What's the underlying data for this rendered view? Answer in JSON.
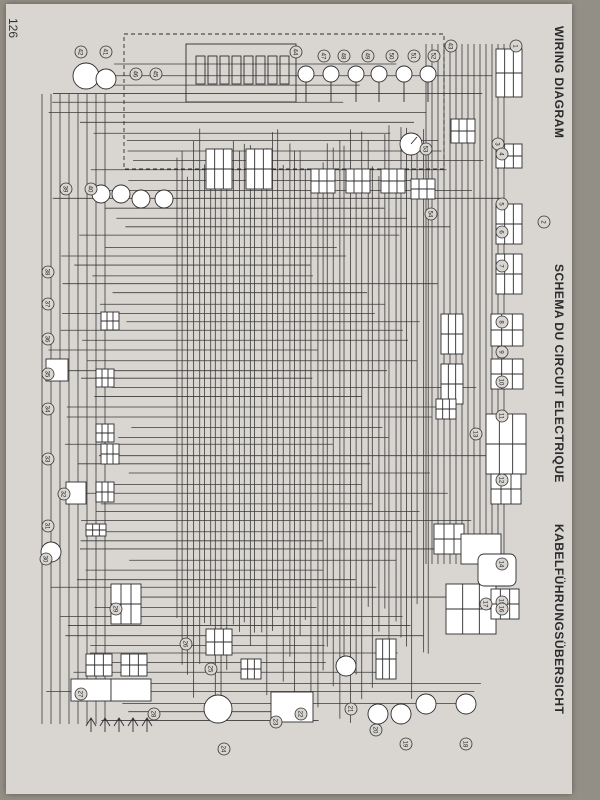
{
  "titles": {
    "english": "WIRING DIAGRAM",
    "french": "SCHEMA DU CIRCUIT ELECTRIQUE",
    "german": "KABELFÜHRUNGSÜBERSICHT"
  },
  "page_number": "126",
  "callouts": [
    "1",
    "2",
    "3",
    "4",
    "5",
    "6",
    "7",
    "8",
    "9",
    "10",
    "11",
    "12",
    "13",
    "14",
    "15",
    "16",
    "17",
    "18",
    "19",
    "20",
    "21",
    "22",
    "23",
    "24",
    "25",
    "26",
    "27",
    "28",
    "29",
    "30",
    "31",
    "32",
    "33",
    "34",
    "35",
    "36",
    "37",
    "38",
    "39",
    "40",
    "41",
    "42",
    "43",
    "44",
    "45",
    "46",
    "47",
    "48",
    "49",
    "50",
    "51",
    "52",
    "53",
    "54"
  ]
}
